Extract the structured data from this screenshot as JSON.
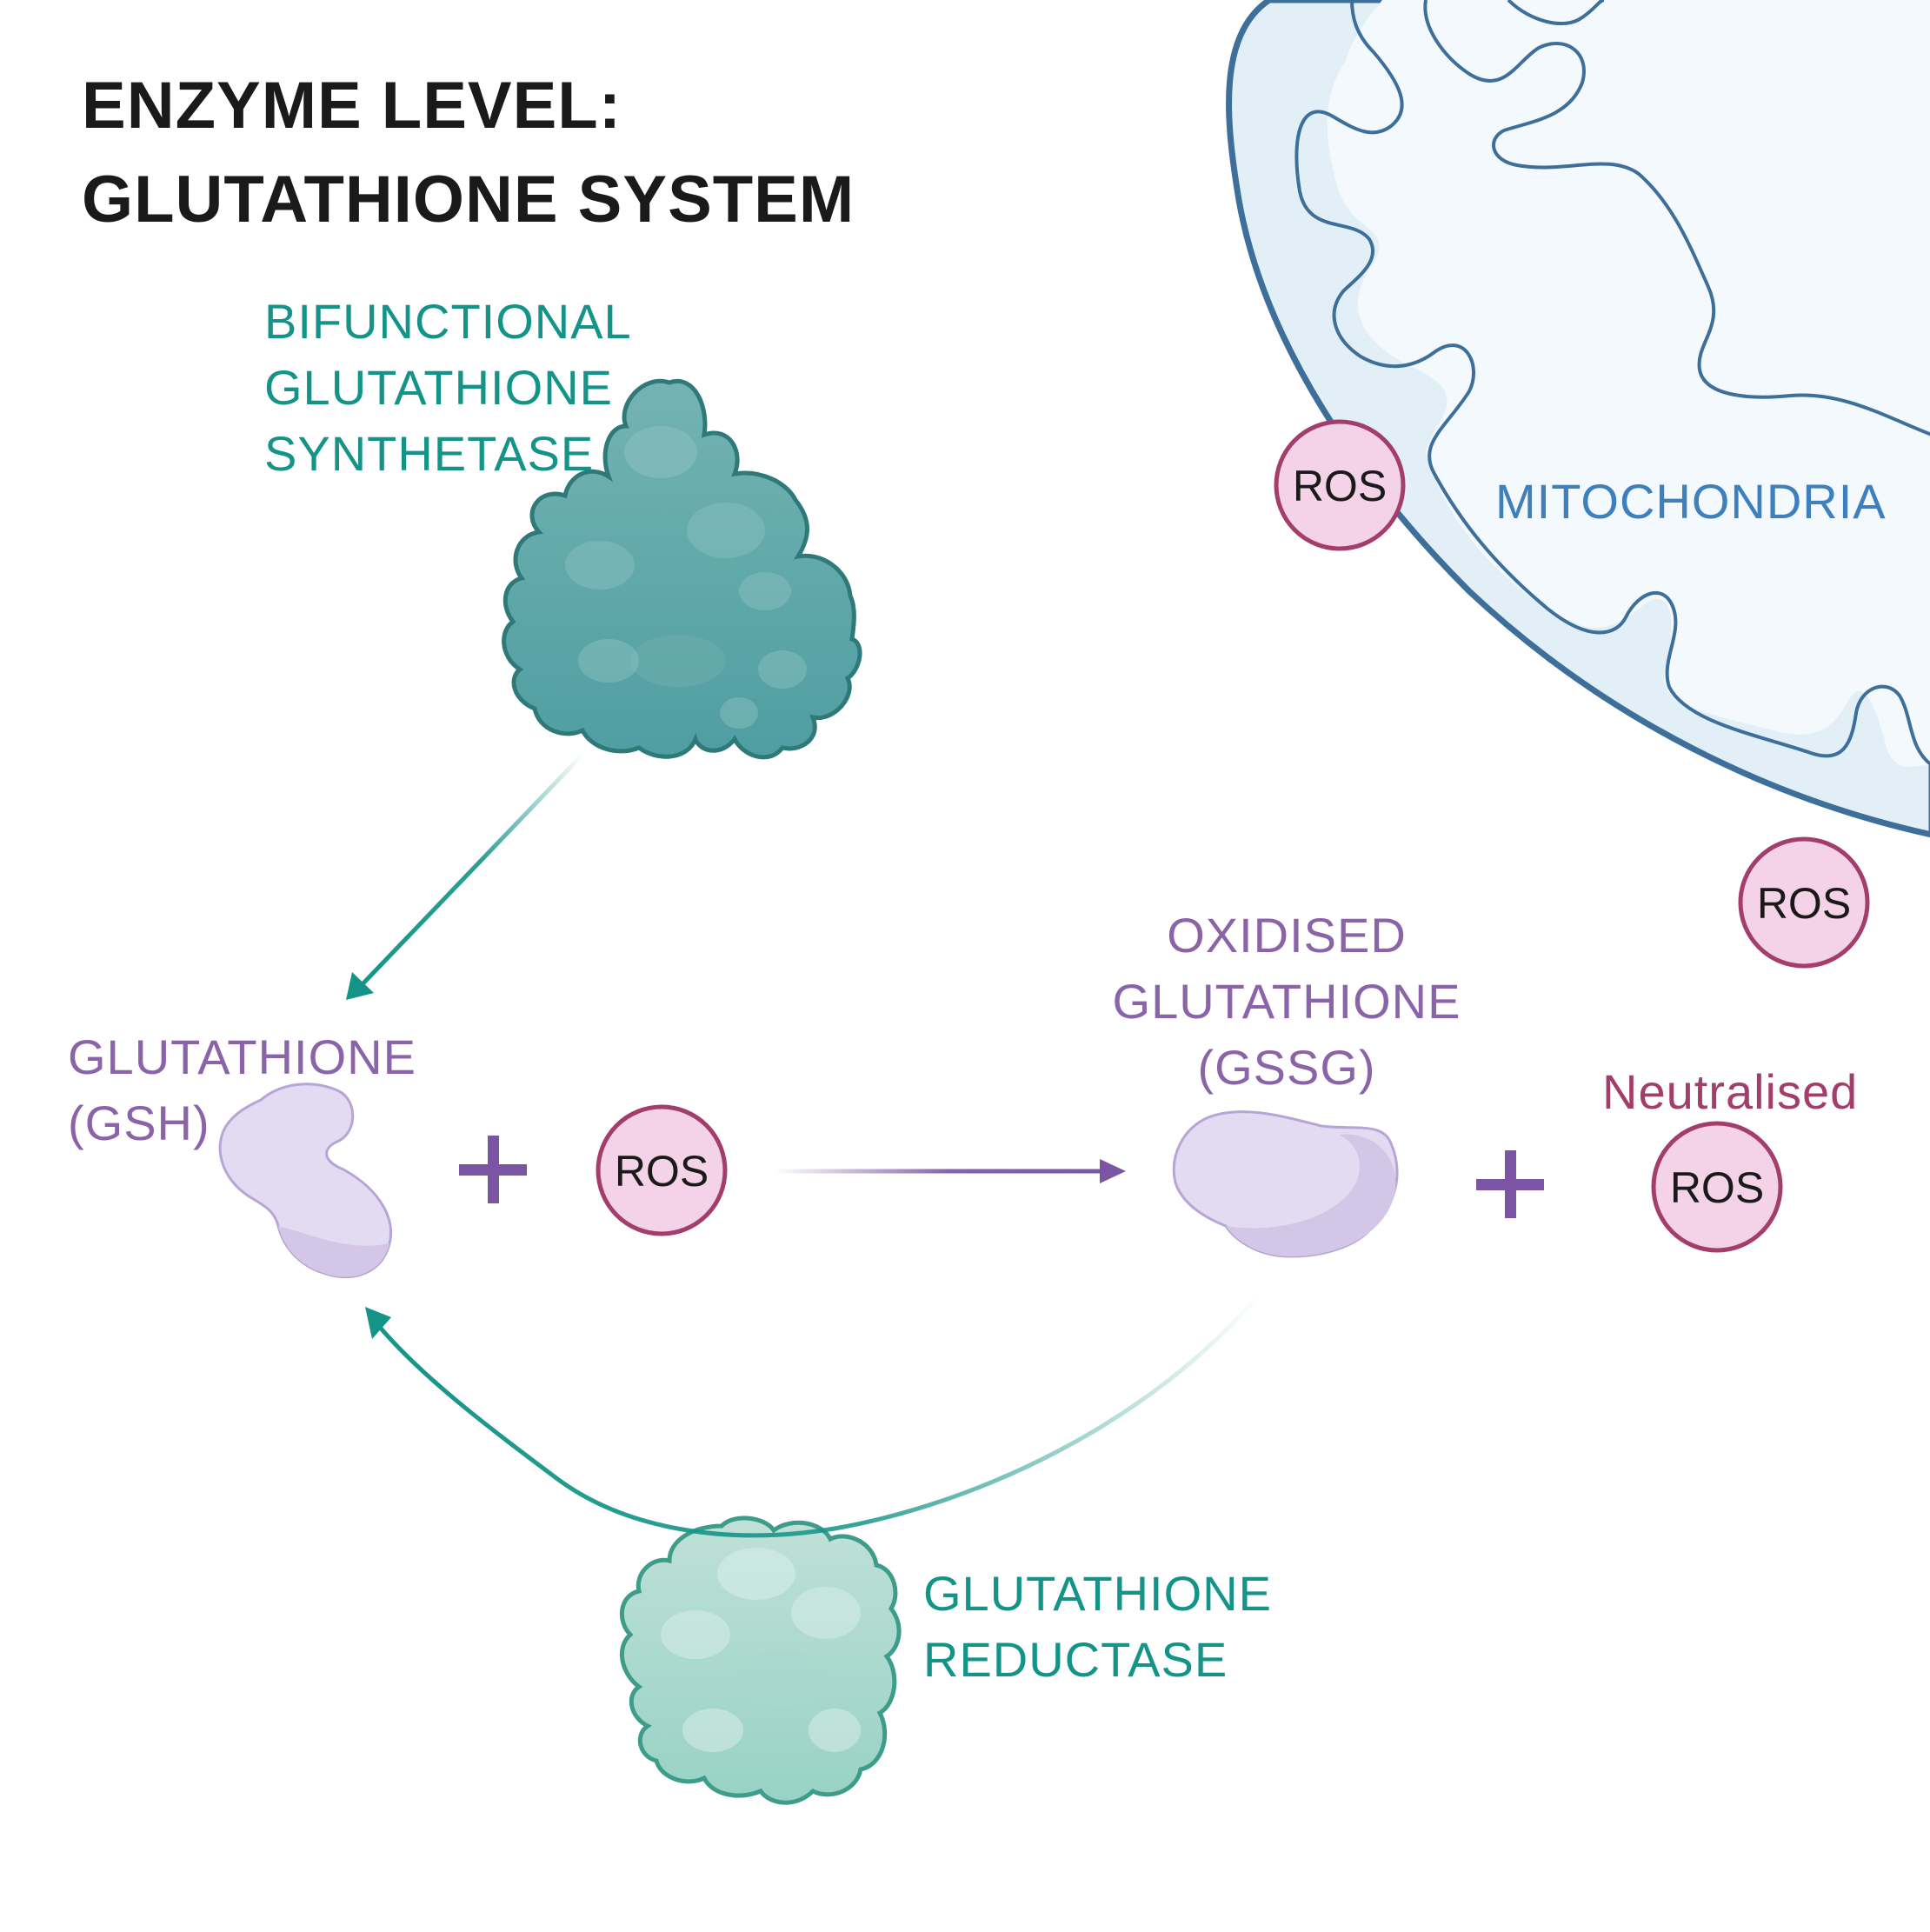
{
  "title": {
    "line1": "ENZYME LEVEL:",
    "line2": "GLUTATHIONE SYSTEM"
  },
  "synthetase": {
    "label_lines": [
      "BIFUNCTIONAL",
      "GLUTATHIONE",
      "SYNTHETASE"
    ]
  },
  "gsh": {
    "label_lines": [
      "GLUTATHIONE",
      "(GSH)"
    ]
  },
  "gssg": {
    "label_lines": [
      "OXIDISED",
      "GLUTATHIONE",
      "(GSSG)"
    ]
  },
  "reductase": {
    "label_lines": [
      "GLUTATHIONE",
      "REDUCTASE"
    ]
  },
  "mitochondria": {
    "label": "MITOCHONDRIA"
  },
  "ros": {
    "label": "ROS",
    "neutralised_label": "Neutralised"
  },
  "colors": {
    "enzyme_teal": "#149488",
    "glutathione_purple": "#8a63a8",
    "ros_fill": "#f4d2e8",
    "ros_stroke": "#a33d6c",
    "mito_stroke": "#3d6f9a",
    "mito_fill": "#e3eff7"
  }
}
